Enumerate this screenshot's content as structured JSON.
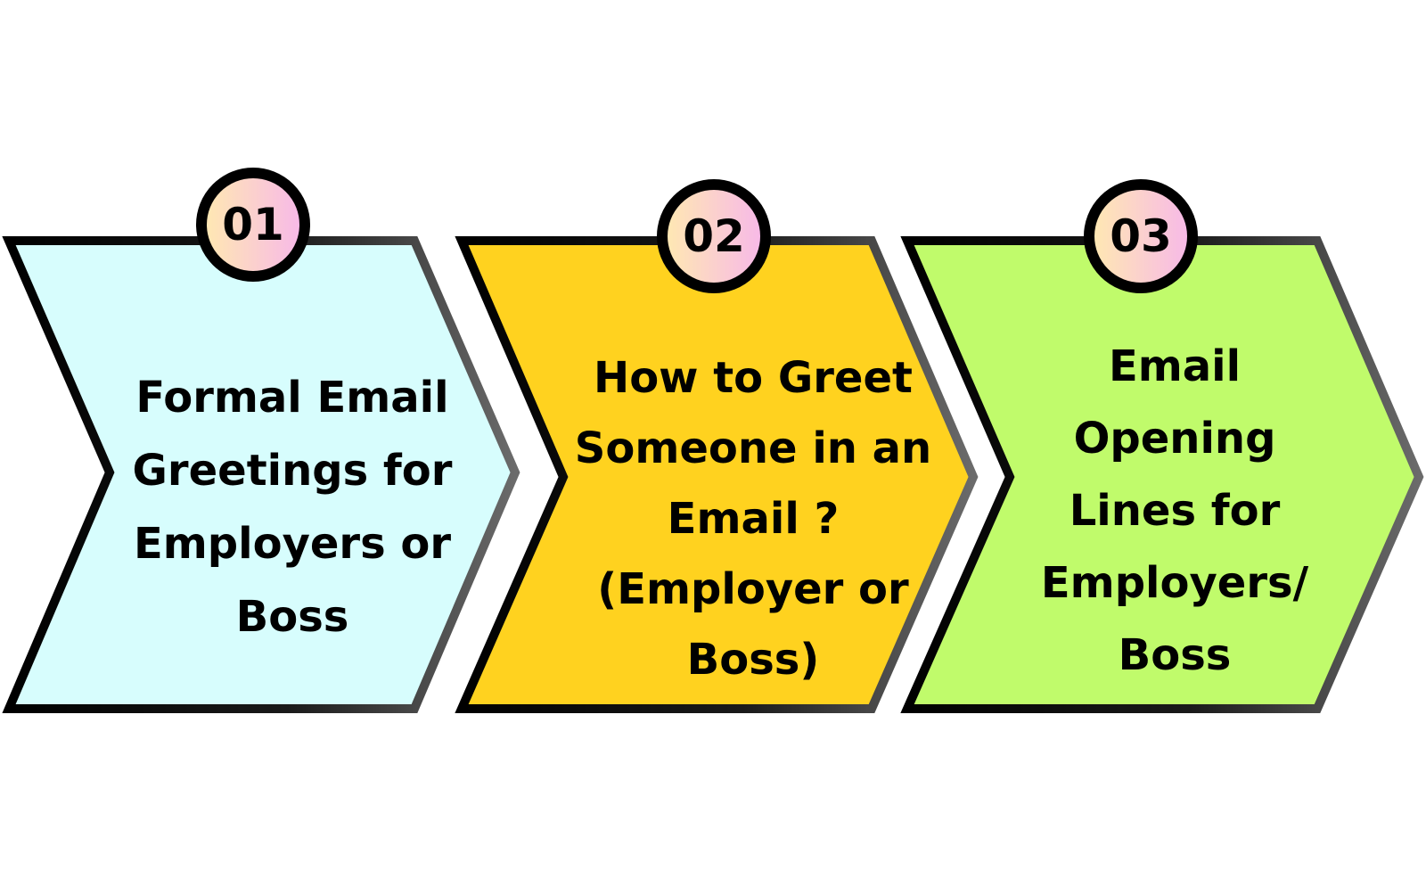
{
  "steps": [
    {
      "number": "01",
      "lines": [
        "Formal Email",
        "Greetings for",
        "Employers or",
        "Boss"
      ],
      "fill": "#d7fdfd",
      "icon": "chevron-arrow-shape"
    },
    {
      "number": "02",
      "lines": [
        "How to Greet",
        "Someone in an",
        "Email ?",
        "(Employer or",
        "Boss)"
      ],
      "fill": "#ffd21f",
      "icon": "chevron-arrow-shape"
    },
    {
      "number": "03",
      "lines": [
        "Email",
        "Opening",
        "Lines for",
        "Employers/",
        "Boss"
      ],
      "fill": "#c0fb6b",
      "icon": "chevron-arrow-shape"
    }
  ],
  "colors": {
    "badge_gradient_start": "#ffeab0",
    "badge_gradient_end": "#f7b7ea",
    "stroke_dark": "#000000",
    "stroke_light": "#6b6b6b"
  }
}
